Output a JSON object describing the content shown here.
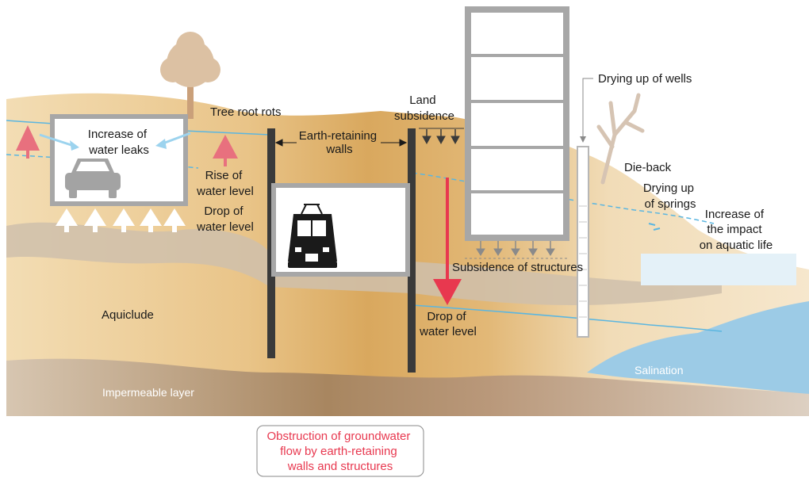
{
  "labels": {
    "tree_root_rots": "Tree root rots",
    "increase_water_leaks": [
      "Increase of",
      "water leaks"
    ],
    "earth_retaining_walls": [
      "Earth-retaining",
      "walls"
    ],
    "land_subsidence": [
      "Land",
      "subsidence"
    ],
    "drying_up_wells": "Drying up of wells",
    "die_back": "Die-back",
    "drying_up_springs": [
      "Drying up",
      "of springs"
    ],
    "increase_impact_aquatic": [
      "Increase of",
      "the impact",
      "on aquatic life"
    ],
    "rise_water_level": [
      "Rise of",
      "water level"
    ],
    "drop_water_level_left": [
      "Drop of",
      "water level"
    ],
    "subsidence_structures": "Subsidence of structures",
    "drop_water_level_center": [
      "Drop of",
      "water level"
    ],
    "aquiclude": "Aquiclude",
    "impermeable_layer": "Impermeable layer",
    "salination": "Salination",
    "obstruction_note": [
      "Obstruction of groundwater",
      "flow by earth-retaining",
      "walls and structures"
    ]
  },
  "icons": {
    "car": "car-icon",
    "train": "train-icon",
    "tree": "tree-icon",
    "dead_tree": "dead-tree-icon",
    "building": "building-icon",
    "well": "well-icon"
  },
  "colors": {
    "soil_light": "#f2d9ab",
    "soil_mid": "#e7bf7c",
    "soil_center": "#d8a75c",
    "clay_band": "#cfc2b0",
    "impermeable": "#c9b7a2",
    "water_line": "#5bb6e0",
    "water_body": "#9ccbe6",
    "rise_arrow": "#e8707e",
    "drop_arrow": "#e8384f",
    "wall": "#3a3a3a",
    "structure_frame": "#a7a7a7",
    "note_red": "#e8384f"
  }
}
